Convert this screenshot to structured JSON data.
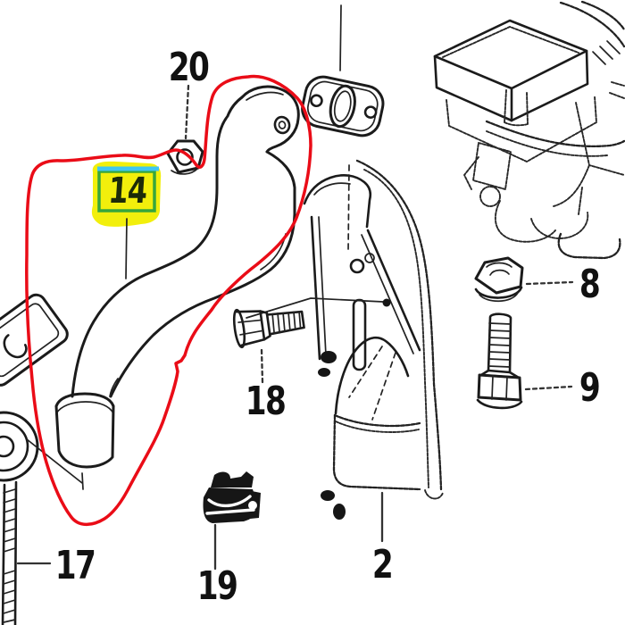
{
  "colors": {
    "line": "#1b1b1b",
    "red_outline": "#ea0c17",
    "highlight_yellow": "#f2ef0c",
    "highlight_cyan": "#3fc6f2",
    "highlight_green": "#37a63c",
    "highlight_label_text": "#1c2b08",
    "label_ink": "#111111",
    "background": "#ffffff"
  },
  "selected_part": {
    "label": "14"
  },
  "callouts": [
    {
      "label": "20"
    },
    {
      "label": "14"
    },
    {
      "label": "18"
    },
    {
      "label": "19"
    },
    {
      "label": "17"
    },
    {
      "label": "2"
    },
    {
      "label": "8"
    },
    {
      "label": "9"
    }
  ]
}
